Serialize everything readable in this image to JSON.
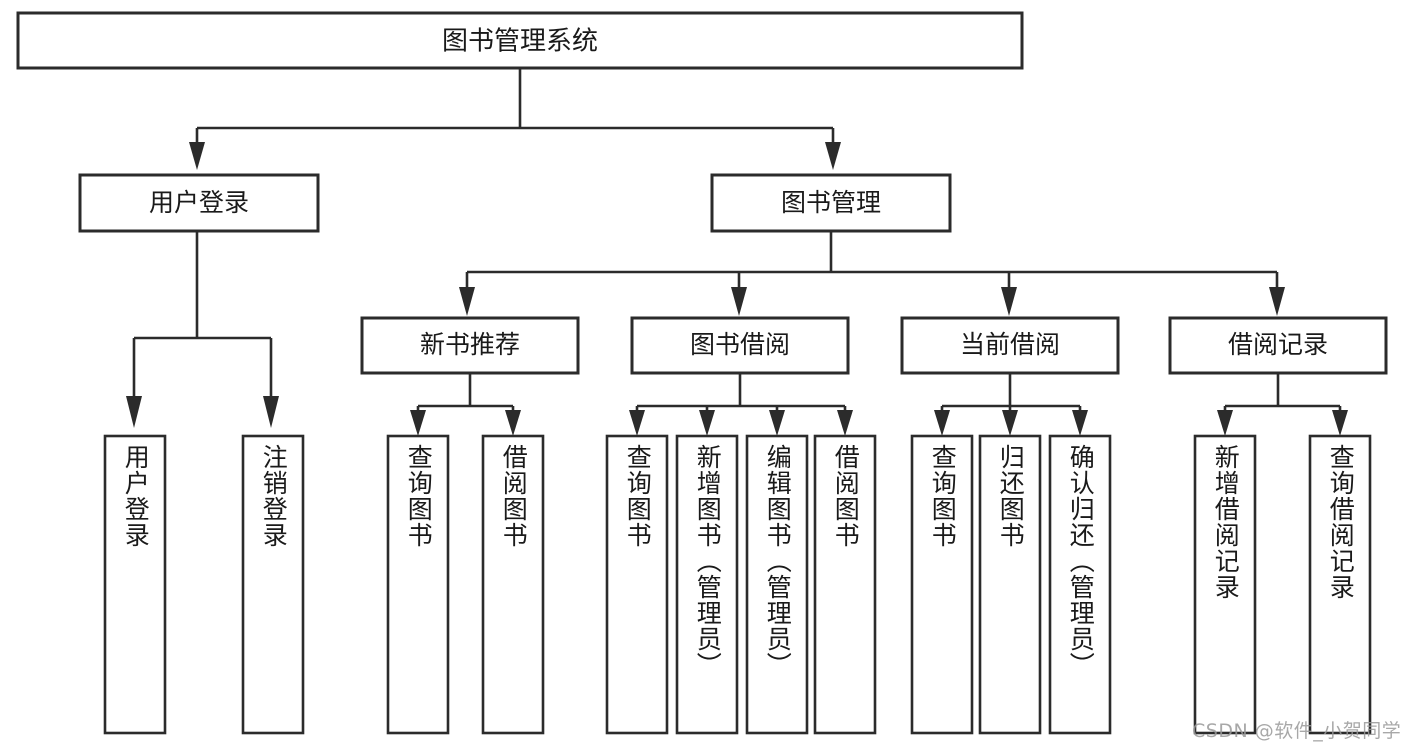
{
  "diagram": {
    "type": "tree-hierarchy",
    "title": "图书管理系统",
    "watermark": "CSDN @软件_小贺同学",
    "colors": {
      "stroke": "#2b2b2b",
      "fill": "#ffffff",
      "text": "#1a1a1a",
      "watermark": "#9a9a9a",
      "background": "#ffffff"
    },
    "root": {
      "label": "图书管理系统"
    },
    "level1": [
      {
        "label": "用户登录"
      },
      {
        "label": "图书管理"
      }
    ],
    "level2": [
      {
        "label": "新书推荐"
      },
      {
        "label": "图书借阅"
      },
      {
        "label": "当前借阅"
      },
      {
        "label": "借阅记录"
      }
    ],
    "leaves": {
      "user_login": [
        {
          "label": "用户登录"
        },
        {
          "label": "注销登录"
        }
      ],
      "new_book_recommend": [
        {
          "label": "查询图书"
        },
        {
          "label": "借阅图书"
        }
      ],
      "book_borrow": [
        {
          "label": "查询图书"
        },
        {
          "label": "新增图书（管理员）"
        },
        {
          "label": "编辑图书（管理员）"
        },
        {
          "label": "借阅图书"
        }
      ],
      "current_borrow": [
        {
          "label": "查询图书"
        },
        {
          "label": "归还图书"
        },
        {
          "label": "确认归还（管理员）"
        }
      ],
      "borrow_record": [
        {
          "label": "新增借阅记录"
        },
        {
          "label": "查询借阅记录"
        }
      ]
    }
  }
}
